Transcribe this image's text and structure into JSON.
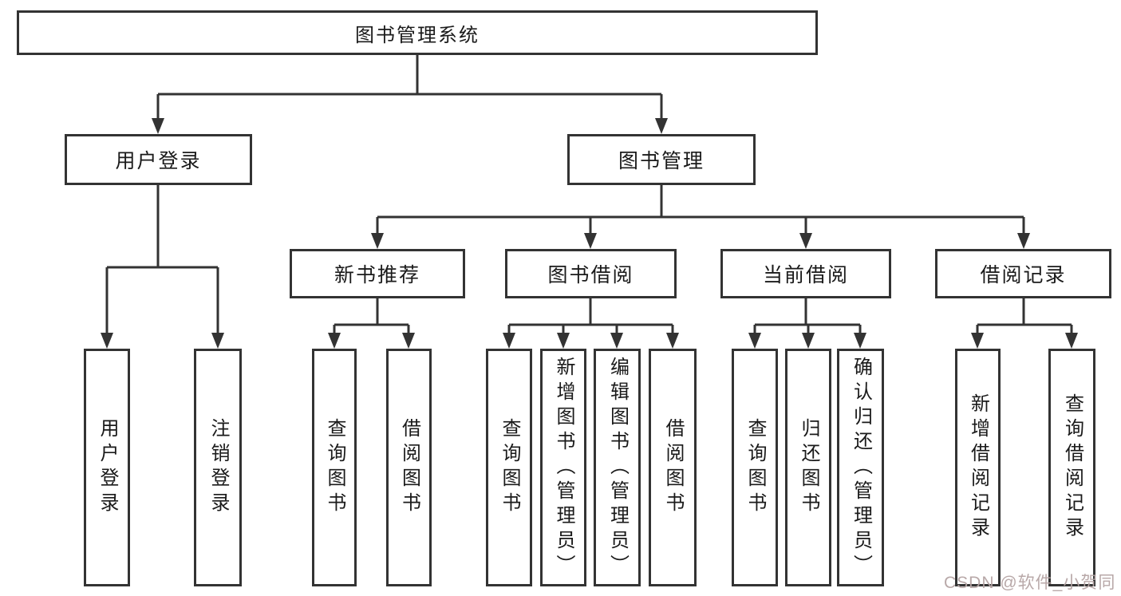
{
  "diagram": {
    "root": {
      "label": "图书管理系统"
    },
    "level2": [
      {
        "label": "用户登录"
      },
      {
        "label": "图书管理"
      }
    ],
    "level3": [
      {
        "label": "新书推荐",
        "parent": "图书管理"
      },
      {
        "label": "图书借阅",
        "parent": "图书管理"
      },
      {
        "label": "当前借阅",
        "parent": "图书管理"
      },
      {
        "label": "借阅记录",
        "parent": "图书管理"
      }
    ],
    "leaves": [
      {
        "label": "用户登录",
        "parent": "用户登录"
      },
      {
        "label": "注销登录",
        "parent": "用户登录"
      },
      {
        "label": "查询图书",
        "parent": "新书推荐"
      },
      {
        "label": "借阅图书",
        "parent": "新书推荐"
      },
      {
        "label": "查询图书",
        "parent": "图书借阅"
      },
      {
        "label": "新增图书（管理员）",
        "parent": "图书借阅"
      },
      {
        "label": "编辑图书（管理员）",
        "parent": "图书借阅"
      },
      {
        "label": "借阅图书",
        "parent": "图书借阅"
      },
      {
        "label": "查询图书",
        "parent": "当前借阅"
      },
      {
        "label": "归还图书",
        "parent": "当前借阅"
      },
      {
        "label": "确认归还（管理员）",
        "parent": "当前借阅"
      },
      {
        "label": "新增借阅记录",
        "parent": "借阅记录"
      },
      {
        "label": "查询借阅记录",
        "parent": "借阅记录"
      }
    ],
    "watermark": "CSDN @软件_小贺同学",
    "colors": {
      "line": "#333333",
      "box_fill": "#ffffff",
      "text": "#1a1a1a",
      "watermark": "#b5a4a4"
    }
  }
}
